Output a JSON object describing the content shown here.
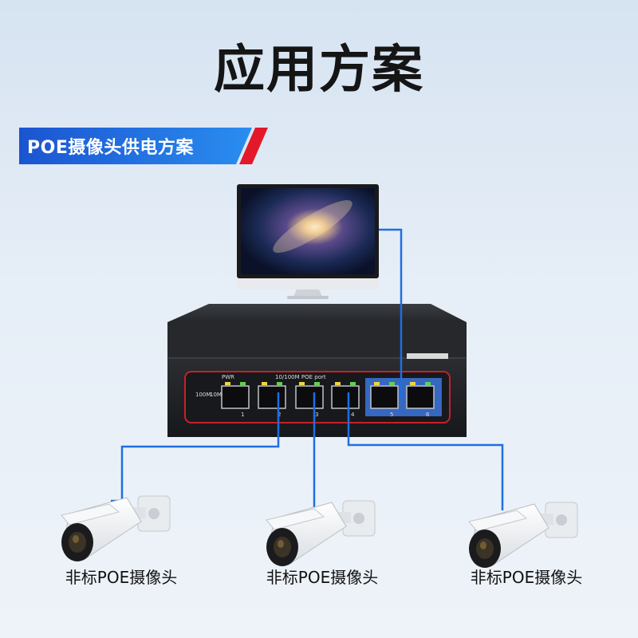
{
  "heading": "应用方案",
  "banner": {
    "label": "POE摄像头供电方案"
  },
  "switch": {
    "front_labels": {
      "pwr": "PWR",
      "poe_ports": "10/100M POE port",
      "speed_100": "100M",
      "speed_10": "10M"
    },
    "port_numbers": [
      "1",
      "2",
      "3",
      "4",
      "5",
      "6"
    ]
  },
  "cameras": [
    {
      "label": "非标POE摄像头"
    },
    {
      "label": "非标POE摄像头"
    },
    {
      "label": "非标POE摄像头"
    }
  ],
  "colors": {
    "cable": "#1f6fe0",
    "banner_blue": "#1a5bd6",
    "banner_red": "#e3192b",
    "uplink_ports": "#3a72d8"
  }
}
